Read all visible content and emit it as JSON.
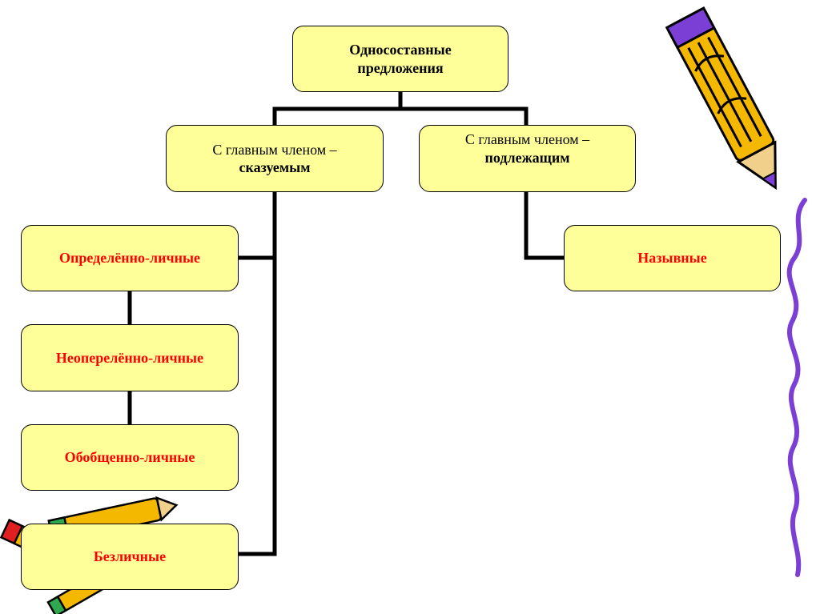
{
  "diagram": {
    "root": {
      "line1": "Односоставные",
      "line2": "предложения"
    },
    "predicate_branch": {
      "line1": "С главным членом –",
      "line2": "сказуемым"
    },
    "subject_branch": {
      "line1": "С главным членом –",
      "line2": "подлежащим"
    },
    "types": {
      "definite_personal": "Определённо-личные",
      "indefinite_personal": "Неоперелённо-личные",
      "generalized_personal": "Обобщенно-личные",
      "impersonal": "Безличные",
      "nominative": "Назывные"
    }
  },
  "colors": {
    "box_fill": "#ffff99",
    "line": "#000000",
    "accent_text": "#ff0000",
    "squiggle": "#7b3fd6",
    "pencil_body": "#f5b800"
  },
  "icons": [
    "pencil-icon",
    "small-pencils-icon",
    "squiggle-line"
  ]
}
